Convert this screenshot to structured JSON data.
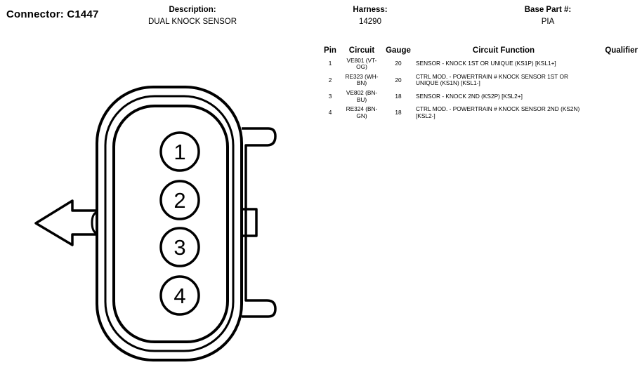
{
  "connector": {
    "title": "Connector: C1447"
  },
  "header": {
    "description_label": "Description:",
    "description_value": "DUAL KNOCK SENSOR",
    "harness_label": "Harness:",
    "harness_value": "14290",
    "base_part_label": "Base Part #:",
    "base_part_value": "PIA"
  },
  "table": {
    "columns": [
      "Pin",
      "Circuit",
      "Gauge",
      "Circuit Function",
      "Qualifier"
    ],
    "rows": [
      {
        "pin": "1",
        "circuit": "VE801 (VT-OG)",
        "gauge": "20",
        "function": "SENSOR - KNOCK 1ST OR UNIQUE (KS1P) [KSL1+]",
        "qualifier": ""
      },
      {
        "pin": "2",
        "circuit": "RE323 (WH-BN)",
        "gauge": "20",
        "function": "CTRL MOD. - POWERTRAIN # KNOCK SENSOR 1ST OR UNIQUE (KS1N) [KSL1-]",
        "qualifier": ""
      },
      {
        "pin": "3",
        "circuit": "VE802 (BN-BU)",
        "gauge": "18",
        "function": "SENSOR - KNOCK 2ND (KS2P) [KSL2+]",
        "qualifier": ""
      },
      {
        "pin": "4",
        "circuit": "RE324 (BN-GN)",
        "gauge": "18",
        "function": "CTRL MOD. - POWERTRAIN # KNOCK SENSOR 2ND (KS2N) [KSL2-]",
        "qualifier": ""
      }
    ]
  },
  "diagram": {
    "pins": [
      "1",
      "2",
      "3",
      "4"
    ]
  }
}
